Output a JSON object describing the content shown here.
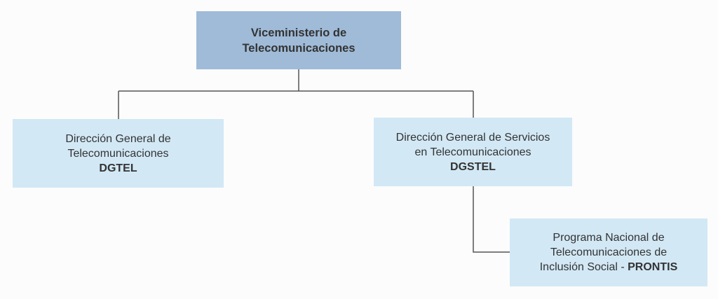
{
  "root": {
    "line1": "Viceministerio de",
    "line2": "Telecomunicaciones"
  },
  "dgtel": {
    "line1": "Dirección General de",
    "line2": "Telecomunicaciones",
    "acronym": "DGTEL"
  },
  "dgstel": {
    "line1": "Dirección General de Servicios",
    "line2": "en Telecomunicaciones",
    "acronym": "DGSTEL"
  },
  "prontis": {
    "line1": "Programa Nacional de",
    "line2": "Telecomunicaciones de",
    "line3_prefix": "Inclusión Social - ",
    "acronym": "PRONTIS"
  },
  "colors": {
    "root_fill": "#9fbbd8",
    "child_fill": "#d2e8f5",
    "connector": "#555555",
    "text": "#333333"
  }
}
